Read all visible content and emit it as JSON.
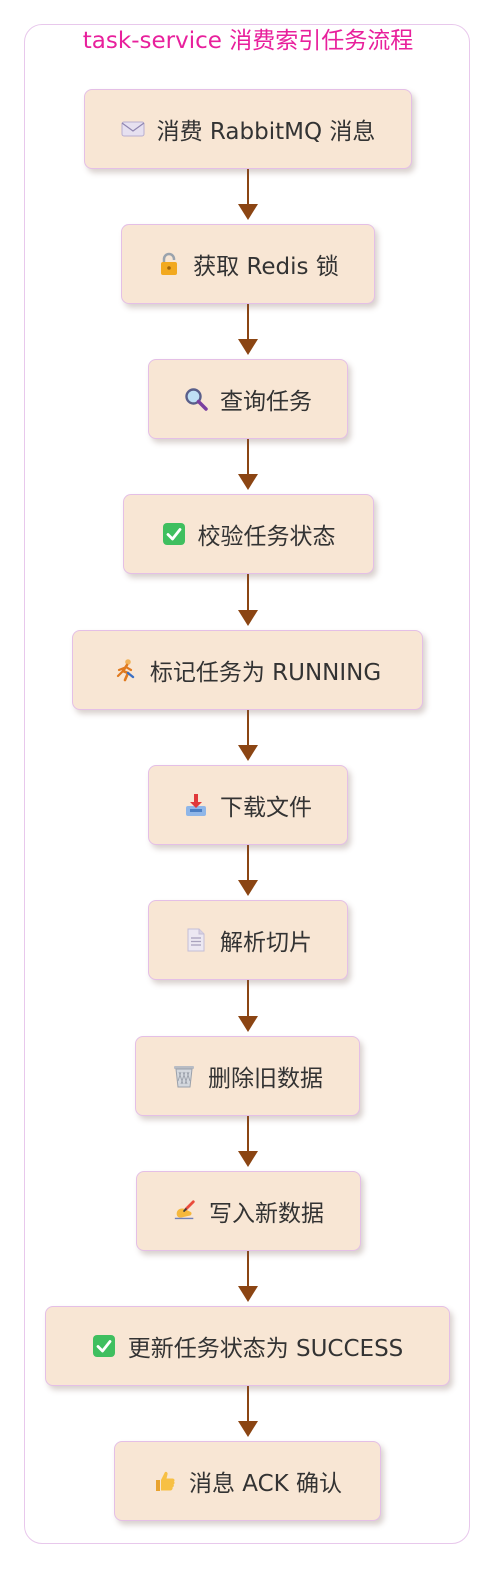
{
  "title": "task-service 消费索引任务流程",
  "colors": {
    "title": "#e8209c",
    "node_fill": "#f8e6d4",
    "node_border": "#e4bfe6",
    "arrow": "#8b4513",
    "frame_border": "#e8c8ec"
  },
  "steps": [
    {
      "icon": "envelope-icon",
      "label": "消费 RabbitMQ 消息"
    },
    {
      "icon": "lock-icon",
      "label": "获取 Redis 锁"
    },
    {
      "icon": "magnifier-icon",
      "label": "查询任务"
    },
    {
      "icon": "check-box-icon",
      "label": "校验任务状态"
    },
    {
      "icon": "runner-icon",
      "label": "标记任务为 RUNNING"
    },
    {
      "icon": "download-tray-icon",
      "label": "下载文件"
    },
    {
      "icon": "document-icon",
      "label": "解析切片"
    },
    {
      "icon": "wastebasket-icon",
      "label": "删除旧数据"
    },
    {
      "icon": "writing-hand-icon",
      "label": "写入新数据"
    },
    {
      "icon": "check-box-icon",
      "label": "更新任务状态为 SUCCESS"
    },
    {
      "icon": "thumbs-up-icon",
      "label": "消息 ACK 确认"
    }
  ]
}
